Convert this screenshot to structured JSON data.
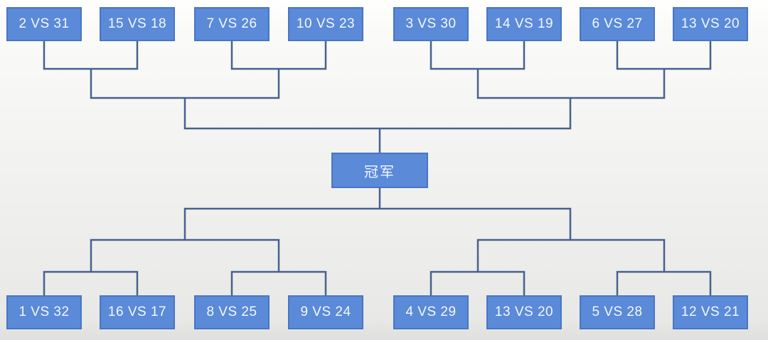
{
  "diagram": {
    "type": "tournament-bracket",
    "champion": {
      "label": "冠军"
    },
    "top_matches": [
      "2 VS 31",
      "15 VS 18",
      "7 VS 26",
      "10 VS 23",
      "3 VS 30",
      "14 VS 19",
      "6 VS 27",
      "13 VS 20"
    ],
    "bottom_matches": [
      "1 VS 32",
      "16 VS 17",
      "8 VS 25",
      "9 VS 24",
      "4 VS 29",
      "13 VS 20",
      "5 VS 28",
      "12 VS 21"
    ]
  },
  "colors": {
    "box_fill": "#5a8ad8",
    "box_border": "#4876c5",
    "box_text": "#f4f8fd",
    "connector": "#47628c",
    "background_top": "#fbfbfa",
    "background_bottom": "#e8e8e6"
  }
}
